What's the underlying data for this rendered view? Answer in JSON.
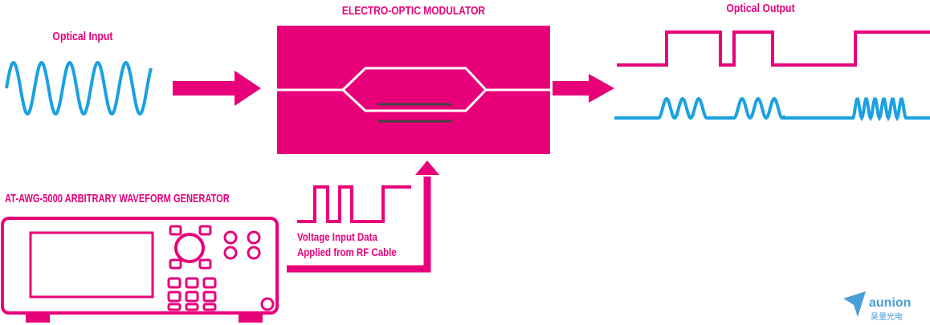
{
  "labels": {
    "optical_input": "Optical Input",
    "modulator": "ELECTRO-OPTIC MODULATOR",
    "optical_output": "Optical Output",
    "generator": "AT-AWG-5000 ARBITRARY WAVEFORM GENERATOR",
    "voltage_line1": "Voltage Input Data",
    "voltage_line2": "Applied from RF Cable"
  },
  "logo": {
    "brand": "aunion",
    "subtitle": "昊量光电"
  },
  "colors": {
    "magenta": "#e8007a",
    "cyan": "#1ba1e2",
    "white": "#ffffff",
    "dark": "#444444",
    "logo_blue": "#4a9ed8"
  },
  "icons": {
    "arrow": "right-arrow-icon",
    "up_arrow": "up-arrow-icon",
    "logo": "aunion-logo-icon"
  }
}
